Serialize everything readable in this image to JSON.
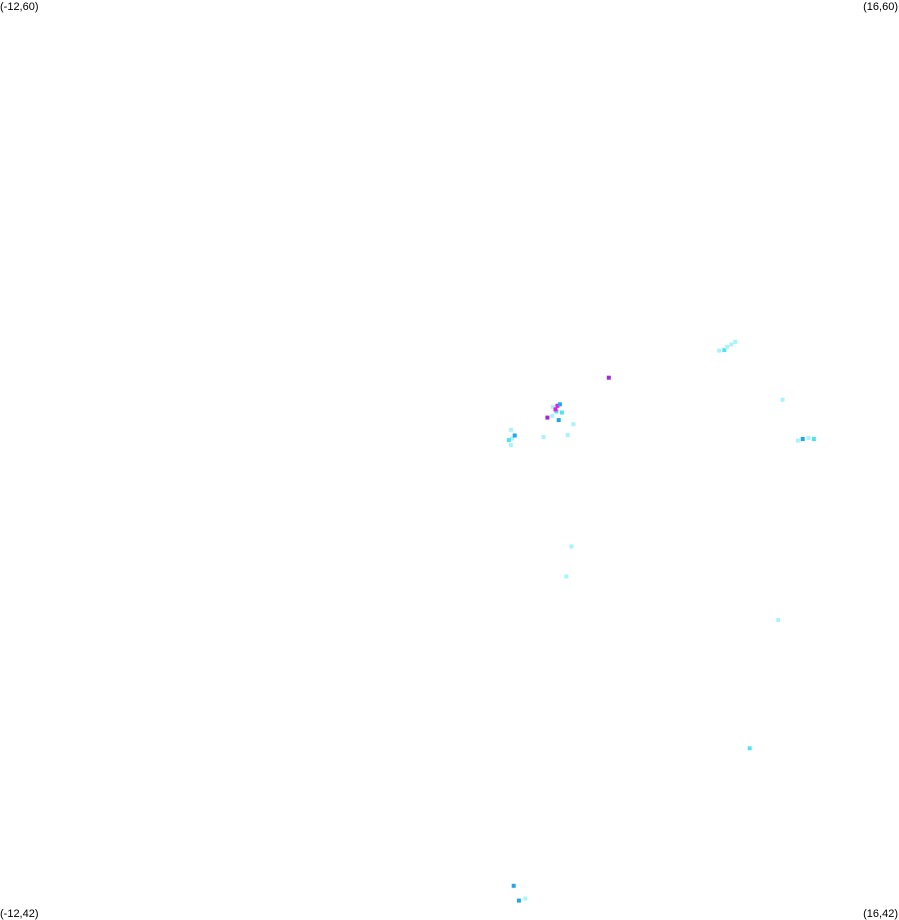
{
  "corners": {
    "top_left": "(-12,60)",
    "top_right": "(16,60)",
    "bottom_left": "(-12,42)",
    "bottom_right": "(16,42)"
  },
  "colors": {
    "background": "#ffffff",
    "light_cyan": "#a8f4fb",
    "cyan": "#4fe3f4",
    "blue": "#1ea8ec",
    "magenta": "#e01ee8",
    "purple": "#a02ad8"
  },
  "chart_data": {
    "type": "scatter",
    "xlim": [
      -12,
      16
    ],
    "ylim": [
      42,
      60
    ],
    "points": [
      {
        "lon": 5.64,
        "lat": 48.72,
        "color": "light_cyan"
      },
      {
        "lon": 5.8,
        "lat": 49.31,
        "color": "light_cyan"
      },
      {
        "lon": 3.91,
        "lat": 51.29,
        "color": "light_cyan"
      },
      {
        "lon": 3.95,
        "lat": 51.42,
        "color": "light_cyan"
      },
      {
        "lon": 3.85,
        "lat": 51.39,
        "color": "cyan"
      },
      {
        "lon": 4.03,
        "lat": 51.48,
        "color": "blue"
      },
      {
        "lon": 3.92,
        "lat": 51.59,
        "color": "light_cyan"
      },
      {
        "lon": 4.93,
        "lat": 51.45,
        "color": "light_cyan"
      },
      {
        "lon": 5.4,
        "lat": 51.78,
        "color": "blue"
      },
      {
        "lon": 5.2,
        "lat": 51.86,
        "color": "light_cyan"
      },
      {
        "lon": 5.05,
        "lat": 51.83,
        "color": "purple"
      },
      {
        "lon": 5.33,
        "lat": 51.95,
        "color": "cyan"
      },
      {
        "lon": 5.22,
        "lat": 52.04,
        "color": "light_cyan"
      },
      {
        "lon": 5.36,
        "lat": 52.06,
        "color": "magenta"
      },
      {
        "lon": 5.44,
        "lat": 52.09,
        "color": "blue"
      },
      {
        "lon": 5.3,
        "lat": 51.99,
        "color": "magenta"
      },
      {
        "lon": 5.5,
        "lat": 51.93,
        "color": "cyan"
      },
      {
        "lon": 5.68,
        "lat": 51.49,
        "color": "light_cyan"
      },
      {
        "lon": 5.86,
        "lat": 51.7,
        "color": "light_cyan"
      },
      {
        "lon": 6.96,
        "lat": 52.61,
        "color": "purple"
      },
      {
        "lon": 10.4,
        "lat": 53.14,
        "color": "light_cyan"
      },
      {
        "lon": 10.56,
        "lat": 53.15,
        "color": "cyan"
      },
      {
        "lon": 10.65,
        "lat": 53.21,
        "color": "light_cyan"
      },
      {
        "lon": 10.78,
        "lat": 53.26,
        "color": "light_cyan"
      },
      {
        "lon": 10.9,
        "lat": 53.31,
        "color": "light_cyan"
      },
      {
        "lon": 12.37,
        "lat": 52.18,
        "color": "light_cyan"
      },
      {
        "lon": 12.85,
        "lat": 51.38,
        "color": "light_cyan"
      },
      {
        "lon": 13.0,
        "lat": 51.41,
        "color": "blue"
      },
      {
        "lon": 13.18,
        "lat": 51.43,
        "color": "light_cyan"
      },
      {
        "lon": 13.35,
        "lat": 51.41,
        "color": "cyan"
      },
      {
        "lon": 12.24,
        "lat": 47.87,
        "color": "light_cyan"
      },
      {
        "lon": 11.35,
        "lat": 45.36,
        "color": "cyan"
      },
      {
        "lon": 4.0,
        "lat": 42.67,
        "color": "blue"
      },
      {
        "lon": 4.16,
        "lat": 42.38,
        "color": "blue"
      },
      {
        "lon": 4.36,
        "lat": 42.42,
        "color": "light_cyan"
      }
    ]
  }
}
